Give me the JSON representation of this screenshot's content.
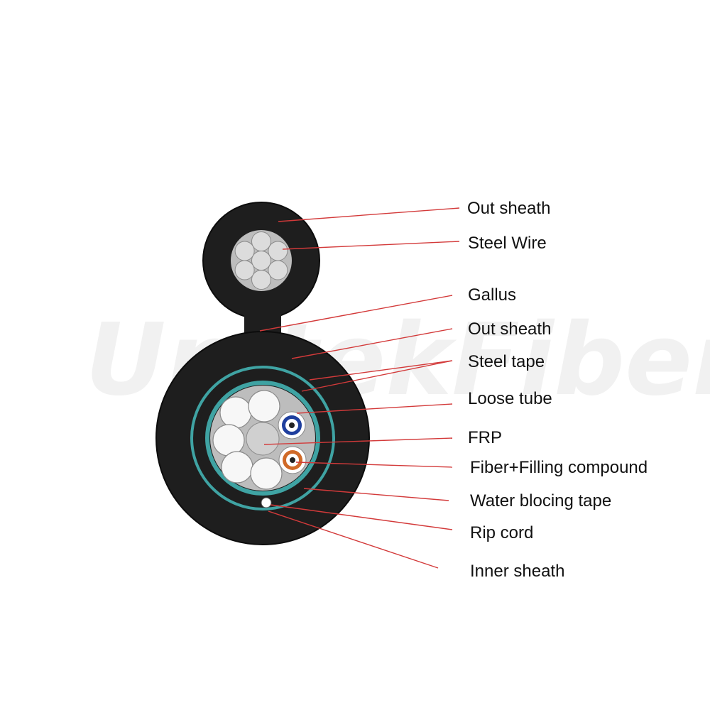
{
  "watermark": {
    "text": "UnitekFiber",
    "color": "#f1f1f1"
  },
  "colors": {
    "sheath": "#1e1e1e",
    "sheath_edge": "#0c0c0c",
    "steel_wire": "#dcdcdc",
    "steel_tape": "#3fa3a3",
    "inner_gray": "#bdbdbd",
    "tube_fill": "#f7f7f7",
    "frp": "#d0d0d0",
    "tube_blue": "#1f3f9e",
    "tube_orange": "#d06a28",
    "leader": "#d33a3a"
  },
  "labels": [
    {
      "id": "out-sheath-top",
      "text": "Out sheath"
    },
    {
      "id": "steel-wire",
      "text": "Steel Wire"
    },
    {
      "id": "gallus",
      "text": "Gallus"
    },
    {
      "id": "out-sheath-bottom",
      "text": "Out sheath"
    },
    {
      "id": "steel-tape",
      "text": "Steel tape"
    },
    {
      "id": "loose-tube",
      "text": "Loose tube"
    },
    {
      "id": "frp",
      "text": "FRP"
    },
    {
      "id": "fiber-filling-compound",
      "text": "Fiber+Filling compound"
    },
    {
      "id": "water-blocking-tape",
      "text": "Water blocing tape"
    },
    {
      "id": "rip-cord",
      "text": "Rip cord"
    },
    {
      "id": "inner-sheath",
      "text": "Inner sheath"
    }
  ]
}
